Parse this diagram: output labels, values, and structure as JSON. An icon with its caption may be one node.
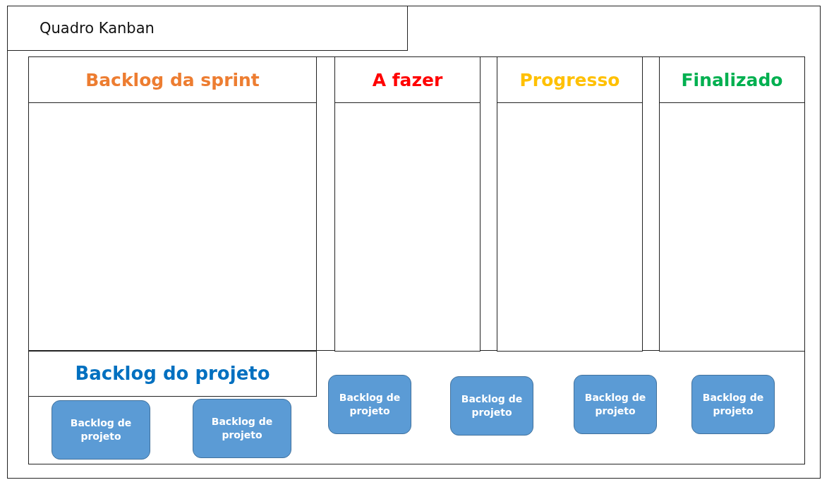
{
  "diagram": {
    "nodes": [
      {
        "text": [
          "Quadro Kanban"
        ]
      },
      {
        "text": [
          "Backlog da sprint"
        ]
      },
      {
        "text": [
          "A fazer"
        ]
      },
      {
        "text": [
          "Progresso"
        ]
      },
      {
        "text": [
          "Finalizado"
        ]
      },
      {
        "text": [
          "Backlog do projeto"
        ]
      },
      {
        "text": [
          "Backlog de projeto"
        ]
      },
      {
        "text": [
          "Backlog de projeto"
        ]
      },
      {
        "text": [
          "Backlog de projeto"
        ]
      },
      {
        "text": [
          "Backlog de projeto"
        ]
      },
      {
        "text": [
          "Backlog de projeto"
        ]
      },
      {
        "text": [
          "Backlog de projeto"
        ]
      }
    ]
  }
}
